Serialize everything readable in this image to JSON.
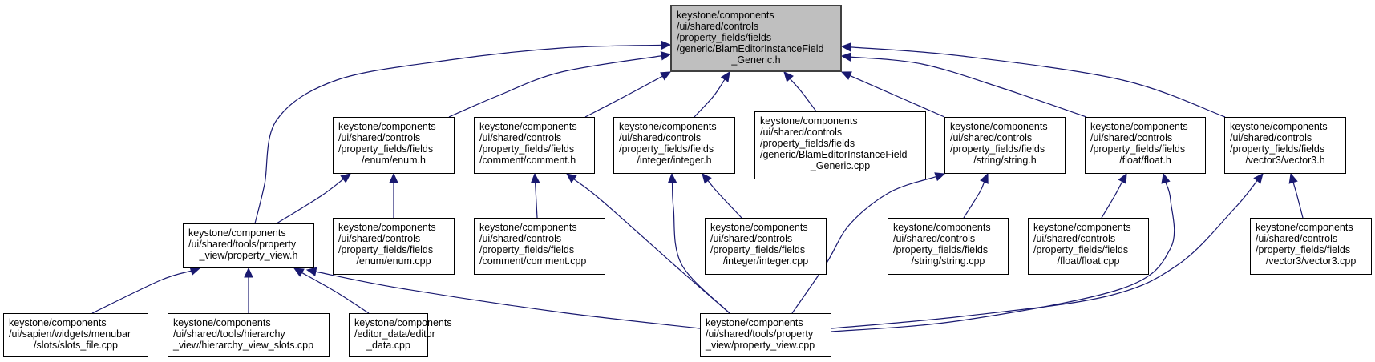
{
  "graph": {
    "title": "Include dependency graph",
    "edge_color": "#191970",
    "root_fill": "#bfbfbf",
    "nodes": [
      {
        "id": "root",
        "lines": [
          "keystone/components",
          "/ui/shared/controls",
          "/property_fields/fields",
          "/generic/BlamEditorInstanceField",
          "_Generic.h"
        ],
        "root": true
      },
      {
        "id": "enum_h",
        "lines": [
          "keystone/components",
          "/ui/shared/controls",
          "/property_fields/fields",
          "/enum/enum.h"
        ]
      },
      {
        "id": "comment_h",
        "lines": [
          "keystone/components",
          "/ui/shared/controls",
          "/property_fields/fields",
          "/comment/comment.h"
        ]
      },
      {
        "id": "integer_h",
        "lines": [
          "keystone/components",
          "/ui/shared/controls",
          "/property_fields/fields",
          "/integer/integer.h"
        ]
      },
      {
        "id": "generic_cpp",
        "lines": [
          "keystone/components",
          "/ui/shared/controls",
          "/property_fields/fields",
          "/generic/BlamEditorInstanceField",
          "_Generic.cpp"
        ]
      },
      {
        "id": "string_h",
        "lines": [
          "keystone/components",
          "/ui/shared/controls",
          "/property_fields/fields",
          "/string/string.h"
        ]
      },
      {
        "id": "float_h",
        "lines": [
          "keystone/components",
          "/ui/shared/controls",
          "/property_fields/fields",
          "/float/float.h"
        ]
      },
      {
        "id": "vector3_h",
        "lines": [
          "keystone/components",
          "/ui/shared/controls",
          "/property_fields/fields",
          "/vector3/vector3.h"
        ]
      },
      {
        "id": "property_view_h",
        "lines": [
          "keystone/components",
          "/ui/shared/tools/property",
          "_view/property_view.h"
        ]
      },
      {
        "id": "enum_cpp",
        "lines": [
          "keystone/components",
          "/ui/shared/controls",
          "/property_fields/fields",
          "/enum/enum.cpp"
        ]
      },
      {
        "id": "comment_cpp",
        "lines": [
          "keystone/components",
          "/ui/shared/controls",
          "/property_fields/fields",
          "/comment/comment.cpp"
        ]
      },
      {
        "id": "integer_cpp",
        "lines": [
          "keystone/components",
          "/ui/shared/controls",
          "/property_fields/fields",
          "/integer/integer.cpp"
        ]
      },
      {
        "id": "string_cpp",
        "lines": [
          "keystone/components",
          "/ui/shared/controls",
          "/property_fields/fields",
          "/string/string.cpp"
        ]
      },
      {
        "id": "float_cpp",
        "lines": [
          "keystone/components",
          "/ui/shared/controls",
          "/property_fields/fields",
          "/float/float.cpp"
        ]
      },
      {
        "id": "vector3_cpp",
        "lines": [
          "keystone/components",
          "/ui/shared/controls",
          "/property_fields/fields",
          "/vector3/vector3.cpp"
        ]
      },
      {
        "id": "slots_file_cpp",
        "lines": [
          "keystone/components",
          "/ui/sapien/widgets/menubar",
          "/slots/slots_file.cpp"
        ]
      },
      {
        "id": "hierarchy_cpp",
        "lines": [
          "keystone/components",
          "/ui/shared/tools/hierarchy",
          "_view/hierarchy_view_slots.cpp"
        ]
      },
      {
        "id": "editor_data_cpp",
        "lines": [
          "keystone/components",
          "/editor_data/editor",
          "_data.cpp"
        ]
      },
      {
        "id": "property_view_cpp",
        "lines": [
          "keystone/components",
          "/ui/shared/tools/property",
          "_view/property_view.cpp"
        ]
      }
    ],
    "edges": [
      {
        "from": "property_view_h",
        "to": "root"
      },
      {
        "from": "enum_h",
        "to": "root"
      },
      {
        "from": "comment_h",
        "to": "root"
      },
      {
        "from": "integer_h",
        "to": "root"
      },
      {
        "from": "generic_cpp",
        "to": "root"
      },
      {
        "from": "string_h",
        "to": "root"
      },
      {
        "from": "float_h",
        "to": "root"
      },
      {
        "from": "vector3_h",
        "to": "root"
      },
      {
        "from": "property_view_h",
        "to": "enum_h"
      },
      {
        "from": "enum_cpp",
        "to": "enum_h"
      },
      {
        "from": "comment_cpp",
        "to": "comment_h"
      },
      {
        "from": "property_view_cpp",
        "to": "comment_h"
      },
      {
        "from": "property_view_cpp",
        "to": "integer_h"
      },
      {
        "from": "integer_cpp",
        "to": "integer_h"
      },
      {
        "from": "property_view_cpp",
        "to": "string_h"
      },
      {
        "from": "string_cpp",
        "to": "string_h"
      },
      {
        "from": "float_cpp",
        "to": "float_h"
      },
      {
        "from": "property_view_cpp",
        "to": "float_h"
      },
      {
        "from": "property_view_cpp",
        "to": "vector3_h"
      },
      {
        "from": "vector3_cpp",
        "to": "vector3_h"
      },
      {
        "from": "slots_file_cpp",
        "to": "property_view_h"
      },
      {
        "from": "hierarchy_cpp",
        "to": "property_view_h"
      },
      {
        "from": "editor_data_cpp",
        "to": "property_view_h"
      },
      {
        "from": "property_view_cpp",
        "to": "property_view_h"
      }
    ]
  }
}
